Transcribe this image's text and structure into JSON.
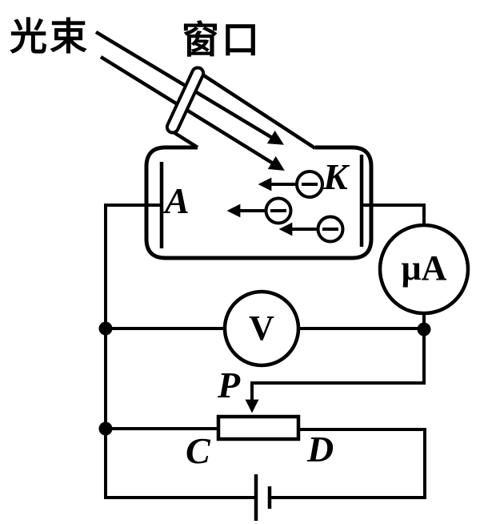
{
  "figure": {
    "kind": "photoelectric-effect experiment circuit diagram",
    "background_color": "#ffffff",
    "ink_color": "#000000"
  },
  "labels": {
    "light_beam": "光束",
    "window": "窗口",
    "anode": "A",
    "cathode": "K",
    "microammeter": "μA",
    "voltmeter": "V",
    "slider": "P",
    "terminal_c": "C",
    "terminal_d": "D",
    "electron_sign": "−"
  },
  "components": {
    "phototube": {
      "anode_label": "A",
      "cathode_label": "K",
      "electron_count": 3
    },
    "beam": {
      "ray_count": 2,
      "enters_through": "窗口"
    },
    "meters": [
      {
        "type": "microammeter",
        "label": "μA",
        "shape": "circle"
      },
      {
        "type": "voltmeter",
        "label": "V",
        "shape": "circle"
      }
    ],
    "potentiometer": {
      "slider_label": "P",
      "left_terminal": "C",
      "right_terminal": "D"
    },
    "battery": {
      "plates": 2,
      "position": "bottom-center"
    },
    "junction_dot_count": 3
  }
}
